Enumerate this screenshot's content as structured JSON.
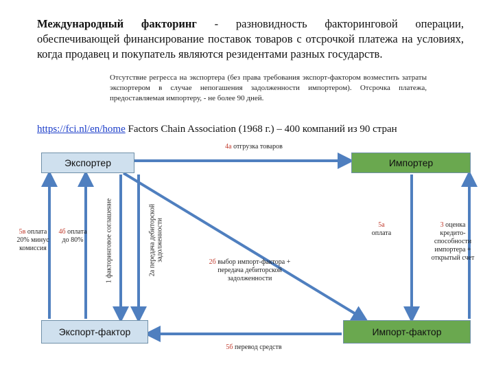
{
  "title": {
    "bold": "Международный факторинг",
    "rest": " - разновидность факторинговой операции, обеспечивающей финансирование поставок товаров с отсрочкой платежа на условиях, когда продавец и покупатель являются резидентами разных государств."
  },
  "note": "Отсутствие регресса на экспортера (без права требования экспорт-фактором возместить затраты экспортером в случае непогашения задолженности импортером). Отсрочка платежа, предоставляемая импортеру, - не более 90 дней.",
  "link": {
    "url": "https://fci.nl/en/home",
    "rest": " Factors Chain Association (1968 г.) – 400 компаний из 90 стран"
  },
  "nodes": {
    "exporter": "Экспортер",
    "importer": "Импортер",
    "export_factor": "Экспорт-фактор",
    "import_factor": "Импорт-фактор"
  },
  "labels": {
    "l4a_num": "4а",
    "l4a_text": " отгрузка товаров",
    "l5v_num": "5в",
    "l5v_text": " оплата 20% минус комиссия",
    "l4b_num": "4б",
    "l4b_text": " оплата до 80%",
    "l1": "1 факторинговое соглашение",
    "l2a": "2а передача дебиторской задолженности",
    "l2b_num": "2б",
    "l2b_text": " выбор импорт-фактора + передача дебиторской задолженности",
    "l5a_num": "5а",
    "l5a_text": "оплата",
    "l3_num": "3",
    "l3_text": " оценка кредито-способности импортера + открытый счет",
    "l5b_num": "5б",
    "l5b_text": " перевод средств"
  },
  "colors": {
    "arrow": "#4f7fbf",
    "box_light": "#cfe0ee",
    "box_dark": "#6aa84f",
    "number": "#c0392b"
  }
}
